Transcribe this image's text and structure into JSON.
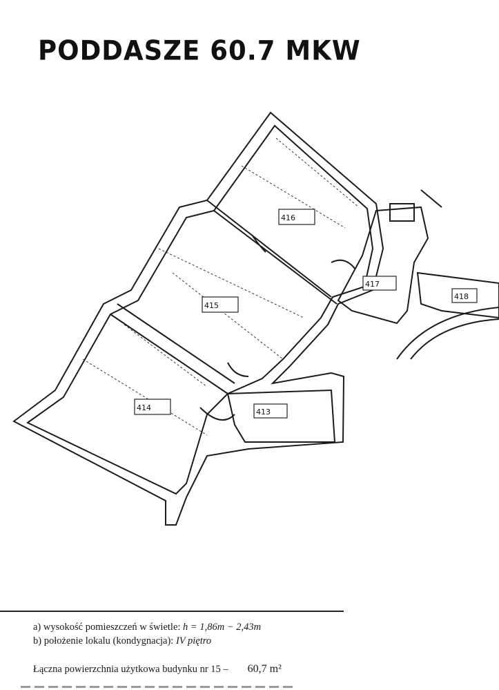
{
  "header": {
    "title": "PODDASZE 60.7 MKW"
  },
  "rooms": [
    {
      "number": "414"
    },
    {
      "number": "415"
    },
    {
      "number": "416"
    },
    {
      "number": "417"
    },
    {
      "number": "418"
    },
    {
      "number": "413"
    }
  ],
  "notes": {
    "height_label": "a) wysokość pomieszczeń w świetle: ",
    "height_value": "h = 1,86m − 2,43m",
    "location_label": "b) położenie lokalu (kondygnacja): ",
    "location_value": "IV piętro",
    "total_label": "Łączna powierzchnia użytkowa budynku nr 15 –",
    "total_value": "60,7 m²"
  }
}
